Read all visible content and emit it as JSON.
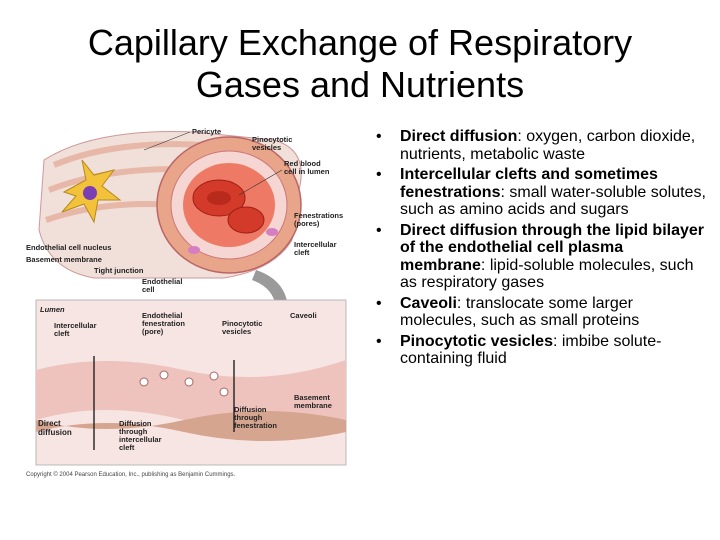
{
  "slide": {
    "title_line1": "Capillary Exchange of Respiratory",
    "title_line2": "Gases and Nutrients"
  },
  "bullets": [
    {
      "term": "Direct diffusion",
      "text": ": oxygen, carbon dioxide, nutrients, metabolic waste"
    },
    {
      "term": "Intercellular clefts and sometimes fenestrations",
      "text": ": small water-soluble solutes, such as amino acids and sugars"
    },
    {
      "term": "Direct diffusion through the lipid bilayer of the endothelial cell plasma membrane",
      "text": ": lipid-soluble molecules, such as respiratory gases"
    },
    {
      "term": "Caveoli",
      "text": ": translocate some larger molecules, such as small proteins"
    },
    {
      "term": "Pinocytotic vesicles",
      "text": ": imbibe solute-containing fluid"
    }
  ],
  "figure": {
    "labels": {
      "pericyte": "Pericyte",
      "pinocytotic_vesicles_top_1": "Pinocytotic",
      "pinocytotic_vesicles_top_2": "vesicles",
      "red_blood_cell_1": "Red blood",
      "red_blood_cell_2": "cell in lumen",
      "fenestrations_1": "Fenestrations",
      "fenestrations_2": "(pores)",
      "intercellular_cleft_top_1": "Intercellular",
      "intercellular_cleft_top_2": "cleft",
      "endothelial_nucleus": "Endothelial cell nucleus",
      "basement_membrane_top": "Basement membrane",
      "tight_junction": "Tight junction",
      "endothelial_cell_1": "Endothelial",
      "endothelial_cell_2": "cell",
      "lumen": "Lumen",
      "intercellular_cleft_bottom_1": "Intercellular",
      "intercellular_cleft_bottom_2": "cleft",
      "endothelial_fenestration_1": "Endothelial",
      "endothelial_fenestration_2": "fenestration",
      "endothelial_fenestration_3": "(pore)",
      "pinocytotic_vesicles_bottom_1": "Pinocytotic",
      "pinocytotic_vesicles_bottom_2": "vesicles",
      "caveoli": "Caveoli",
      "basement_membrane_bottom_1": "Basement",
      "basement_membrane_bottom_2": "membrane",
      "diffusion_fenestration_1": "Diffusion",
      "diffusion_fenestration_2": "through",
      "diffusion_fenestration_3": "fenestration",
      "direct_diffusion_1": "Direct",
      "direct_diffusion_2": "diffusion",
      "diffusion_cleft_1": "Diffusion",
      "diffusion_cleft_2": "through",
      "diffusion_cleft_3": "intercellular",
      "diffusion_cleft_4": "cleft",
      "copyright": "Copyright © 2004 Pearson Education, Inc., publishing as Benjamin Cummings."
    },
    "colors": {
      "capillary_wall": "#e8a58a",
      "lumen_pink": "#f6d6d2",
      "red_blood_cell": "#d43a2a",
      "pericyte": "#f2c23a",
      "tissue_outer": "#f1dfd9",
      "arrow_gray": "#9a9a9a"
    }
  }
}
